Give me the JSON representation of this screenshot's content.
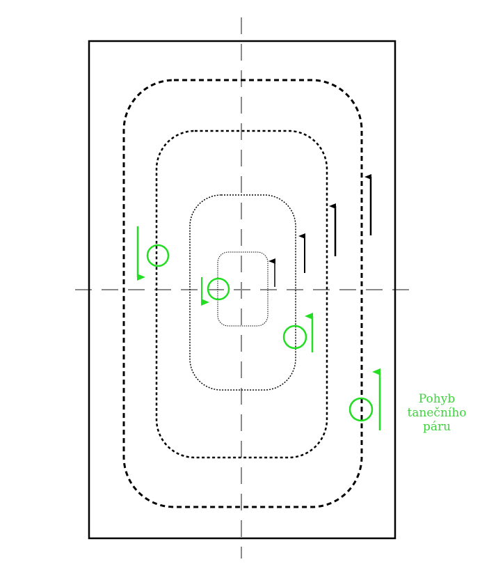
{
  "label": {
    "lines": [
      "Pohyb",
      "tanečního",
      "páru"
    ]
  },
  "colors": {
    "line": "#000000",
    "axis": "#8a8a8a",
    "dancer": "#22dd22",
    "label": "#3fd23f"
  },
  "icons": {
    "couple": "circle-icon",
    "direction": "arrow-icon"
  }
}
